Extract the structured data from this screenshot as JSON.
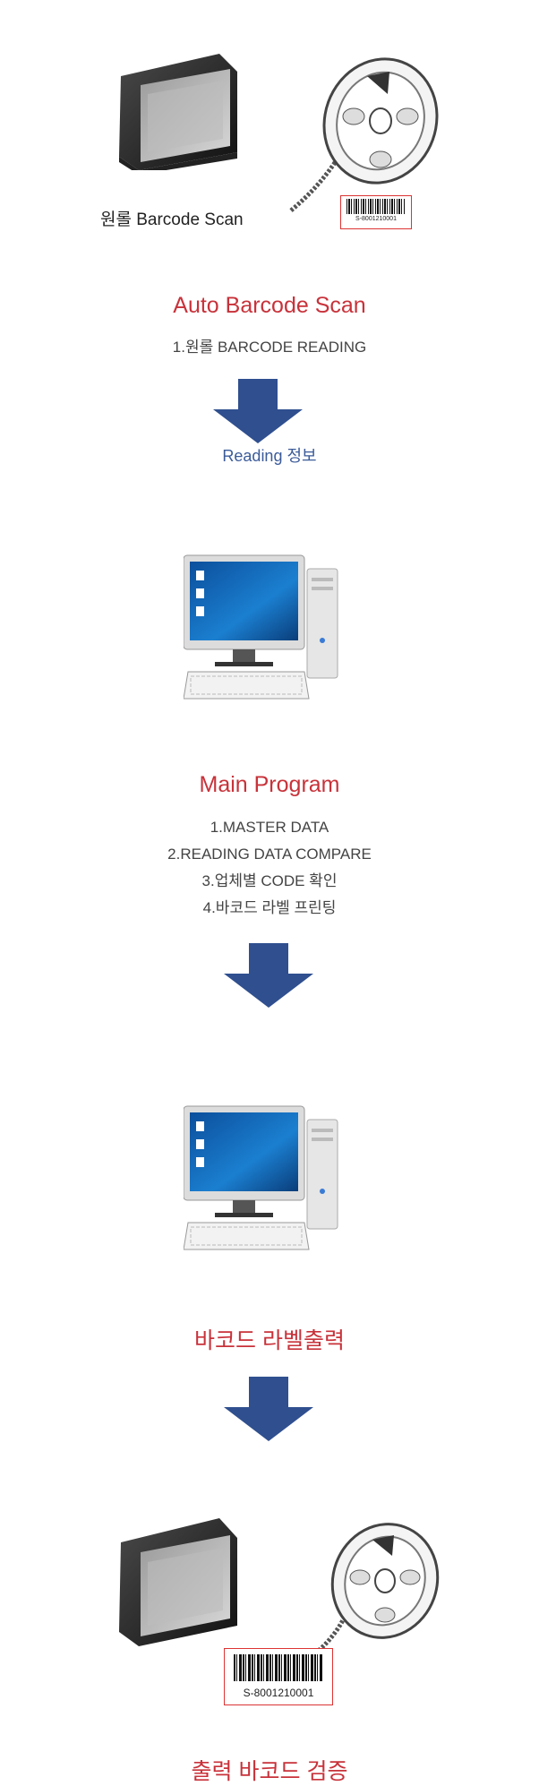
{
  "section1": {
    "caption": "원롤 Barcode Scan",
    "barcode_text": "S-8001210001",
    "title": "Auto Barcode Scan",
    "items": [
      "1.원롤 BARCODE READING"
    ],
    "arrow_label": "Reading 정보"
  },
  "section2": {
    "title": "Main Program",
    "items": [
      "1.MASTER DATA",
      "2.READING DATA COMPARE",
      "3.업체별 CODE 확인",
      "4.바코드 라벨 프린팅"
    ]
  },
  "section3": {
    "title": "바코드 라벨출력"
  },
  "section4": {
    "barcode_text": "S-8001210001",
    "title": "출력 바코드 검증"
  },
  "colors": {
    "title_red": "#c8323a",
    "arrow_blue": "#2f4f8f",
    "label_blue": "#3b5b99"
  }
}
